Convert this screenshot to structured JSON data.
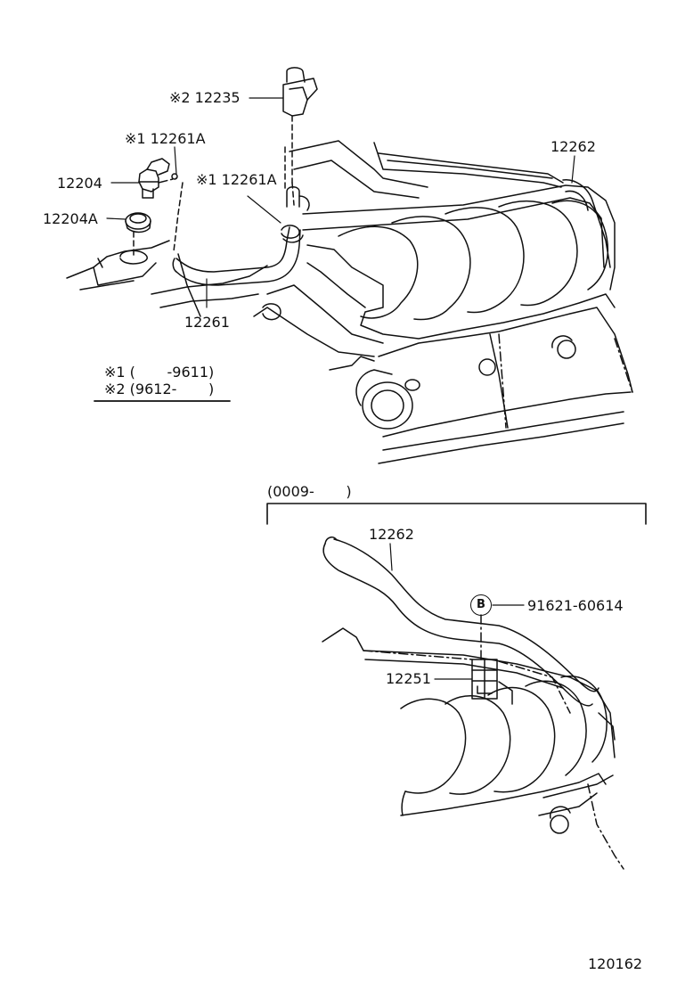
{
  "parts": {
    "p12235": "※2 12235",
    "p12261A_left": "※1 12261A",
    "p12204": "12204",
    "p12204A": "12204A",
    "p12261A_mid": "※1 12261A",
    "p12262_top": "12262",
    "p12261": "12261",
    "p12262_inset": "12262",
    "p91621": "91621-60614",
    "p12251": "12251"
  },
  "notes": {
    "note1": "※1 (       -9611)",
    "note2": "※2 (9612-       )"
  },
  "inset": {
    "range": "(0009-       )",
    "badge": "B"
  },
  "figure_number": "120162"
}
